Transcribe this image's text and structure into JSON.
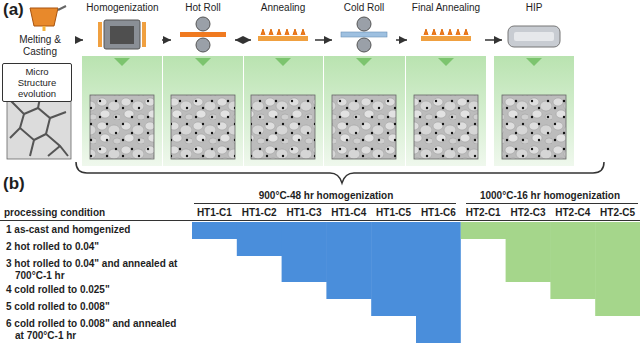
{
  "diagram": {
    "nodes": [
      {
        "text": [
          "Melting & Casting"
        ]
      },
      {
        "text": [
          "Homogenization"
        ]
      },
      {
        "text": [
          "Hot Roll"
        ]
      },
      {
        "text": [
          "Annealing"
        ]
      },
      {
        "text": [
          "Cold Roll"
        ]
      },
      {
        "text": [
          "Final Annealing"
        ]
      },
      {
        "text": [
          "HIP"
        ]
      },
      {
        "text": [
          "Micro Structure evolution"
        ]
      }
    ],
    "edges": [
      {
        "from": 0,
        "to": 1,
        "arrow": "to"
      },
      {
        "from": 1,
        "to": 2,
        "arrow": "to"
      },
      {
        "from": 2,
        "to": 3,
        "arrow": "both"
      },
      {
        "from": 3,
        "to": 4,
        "arrow": "to"
      },
      {
        "from": 4,
        "to": 5,
        "arrow": "to"
      },
      {
        "from": 5,
        "to": 6,
        "arrow": "to"
      }
    ],
    "labels": [
      "(a)",
      "(b)",
      "900°C-48 hr homogenization",
      "1000°C-16 hr homogenization",
      "processing condition",
      "HT1-C1",
      "HT1-C2",
      "HT1-C3",
      "HT1-C4",
      "HT1-C5",
      "HT1-C6",
      "HT2-C1",
      "HT2-C3",
      "HT2-C4",
      "HT2-C5",
      "1 as-cast and homgenized",
      "2 hot rolled to 0.04\"",
      "3 hot rolled to 0.04\" and annealed at 700°C-1 hr",
      "4 cold rolled to 0.025\"",
      "5 cold rolled to 0.008\"",
      "6 cold rolled to 0.008\" and annealed at 700°C-1 hr"
    ]
  }
}
